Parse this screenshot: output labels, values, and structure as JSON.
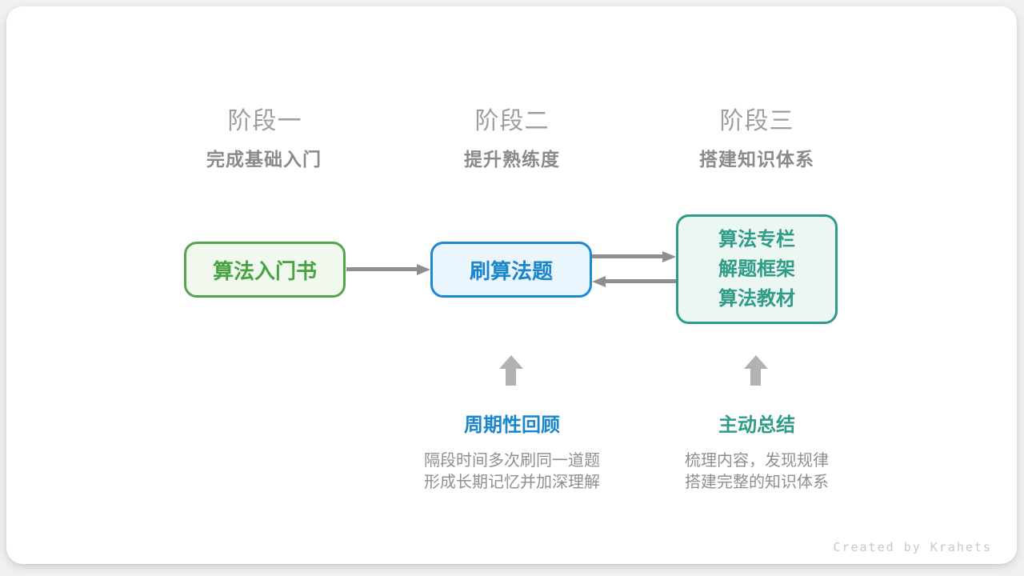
{
  "page": {
    "watermark": "Created by Krahets"
  },
  "colors": {
    "green_border": "#56a34e",
    "green_text": "#47a344",
    "green_bg": "#f1f8ee",
    "blue_border": "#1e88d3",
    "blue_text": "#1a86cb",
    "blue_bg": "#eaf5fd",
    "teal_border": "#2e9c87",
    "teal_text": "#2e9c87",
    "teal_bg": "#ecf6f2",
    "flow_arrow_gray": "#8f8f8f",
    "up_arrow_gray": "#b2b2b2",
    "stage_label_gray": "#9e9e9e",
    "subtitle_gray": "#8a8a8a",
    "desc_gray": "#8f8f8f"
  },
  "icons": {
    "flow_arrows": [
      "right-arrow",
      "right-arrow",
      "left-arrow"
    ],
    "callout_arrows": [
      "up-arrow",
      "up-arrow"
    ]
  },
  "stages": [
    {
      "label": "阶段一",
      "subtitle": "完成基础入门",
      "box": {
        "lines": [
          "算法入门书"
        ]
      }
    },
    {
      "label": "阶段二",
      "subtitle": "提升熟练度",
      "box": {
        "lines": [
          "刷算法题"
        ]
      },
      "callout": {
        "title": "周期性回顾",
        "desc_lines": [
          "隔段时间多次刷同一道题",
          "形成长期记忆并加深理解"
        ]
      }
    },
    {
      "label": "阶段三",
      "subtitle": "搭建知识体系",
      "box": {
        "lines": [
          "算法专栏",
          "解题框架",
          "算法教材"
        ]
      },
      "callout": {
        "title": "主动总结",
        "desc_lines": [
          "梳理内容，发现规律",
          "搭建完整的知识体系"
        ]
      }
    }
  ]
}
